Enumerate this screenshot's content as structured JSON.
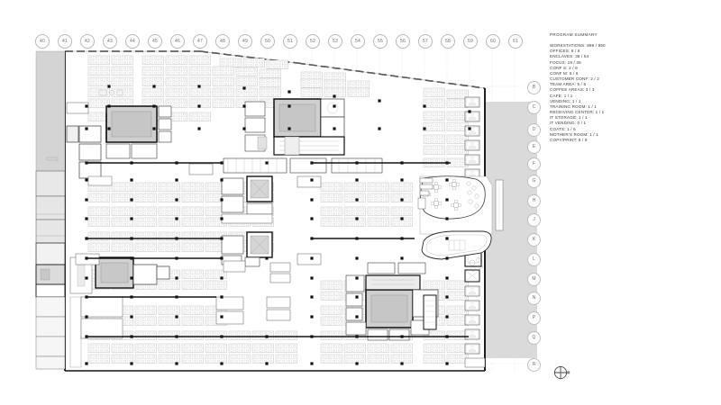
{
  "document": {
    "type": "architectural-floor-plan",
    "description": "Office space planning floor plan with workstation grid"
  },
  "program_summary": {
    "title": "PROGRAM SUMMARY",
    "items": [
      "WORKSTATIONS: 899 / 950",
      "OFFICES: 6 / 6",
      "ENCLAVES: 36 / 54",
      "FOCUS: 19 / 35",
      "CONF S: 2 / 9",
      "CONF M: 5 / 6",
      "CUSTOMER CONF: 2 / 2",
      "TEAM AREA: 5 / 6",
      "COFFEE AREAS: 3 / 3",
      "CAFE: 1 / 1",
      "VENDING: 1 / 1",
      "TRAINING ROOM: 1 / 1",
      "RECEIVING CENTER: 1 / 1",
      "IT STORAGE: 1 / 1",
      "IT VENDING: 0 / 1",
      "COATS: 1 / 6",
      "MOTHER'S ROOM: 1 / 1",
      "COPY/PRINT: 6 / 9"
    ]
  },
  "grid": {
    "columns": [
      "40",
      "41",
      "42",
      "43",
      "44",
      "45",
      "46",
      "47",
      "48",
      "49",
      "50",
      "51",
      "52",
      "53",
      "54",
      "55",
      "56",
      "57",
      "58",
      "59",
      "60",
      "61"
    ],
    "rows": [
      "B",
      "C",
      "D",
      "E",
      "F",
      "G",
      "H",
      "J",
      "K",
      "L",
      "M",
      "N",
      "P",
      "Q",
      "R"
    ]
  },
  "north_indicator": {
    "label": "north-arrow"
  },
  "colors": {
    "paper": "#ffffff",
    "line": "#1a1a1a",
    "light_line": "#9a9a9a",
    "grid_dot": "#cfcfcf",
    "room_fill": "#d0d0d0",
    "shade": "#d8d8d8",
    "text": "#3a3a3a"
  }
}
